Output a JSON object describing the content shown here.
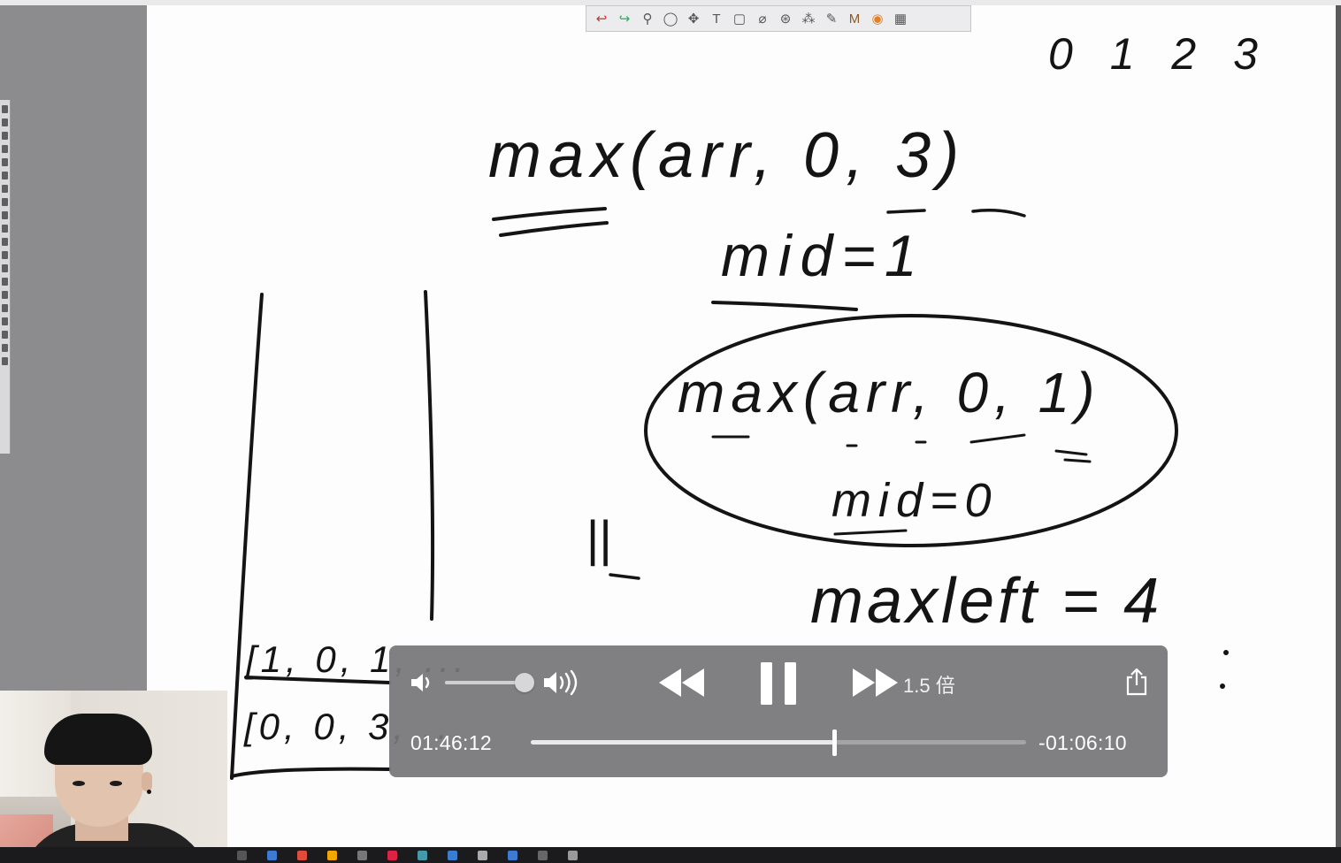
{
  "whiteboard": {
    "toolbar_tools": [
      {
        "name": "undo-icon",
        "glyph": "↩",
        "color": "#c0392b"
      },
      {
        "name": "redo-icon",
        "glyph": "↪",
        "color": "#27ae60"
      },
      {
        "name": "zoom-icon",
        "glyph": "⚲",
        "color": "#555555"
      },
      {
        "name": "lasso-icon",
        "glyph": "◯",
        "color": "#555555"
      },
      {
        "name": "move-icon",
        "glyph": "✥",
        "color": "#555555"
      },
      {
        "name": "text-tool-icon",
        "glyph": "T",
        "color": "#555555"
      },
      {
        "name": "shape-icon",
        "glyph": "▢",
        "color": "#555555"
      },
      {
        "name": "eraser-icon",
        "glyph": "⌀",
        "color": "#555555"
      },
      {
        "name": "stamp-icon",
        "glyph": "⊛",
        "color": "#555555"
      },
      {
        "name": "pattern-icon",
        "glyph": "⁂",
        "color": "#555555"
      },
      {
        "name": "highlighter-icon",
        "glyph": "✎",
        "color": "#555555"
      },
      {
        "name": "pen-icon",
        "glyph": "M",
        "color": "#8b5a2b"
      },
      {
        "name": "color-wheel-icon",
        "glyph": "◉",
        "color": "#e67e22"
      },
      {
        "name": "grid-menu-icon",
        "glyph": "▦",
        "color": "#555555"
      }
    ],
    "handwriting": {
      "indices": "0 1 2 3",
      "call_top": "max(arr, 0, 3)",
      "mid_top": "mid=1",
      "call_inner": "max(arr, 0, 1)",
      "mid_inner": "mid=0",
      "maxleft": "maxleft = 4",
      "double_bar": "||",
      "stack_row1": "[1, 0, 1, ...",
      "stack_row2": "[0, 0, 3, ..."
    }
  },
  "player": {
    "speed_label": "1.5 倍",
    "elapsed": "01:46:12",
    "remaining": "-01:06:10",
    "progress_fraction": 0.613,
    "volume_fraction": 0.9,
    "colors": {
      "panel": "#767678",
      "played": "#e9e9eb",
      "track": "#a4a4a6"
    }
  }
}
